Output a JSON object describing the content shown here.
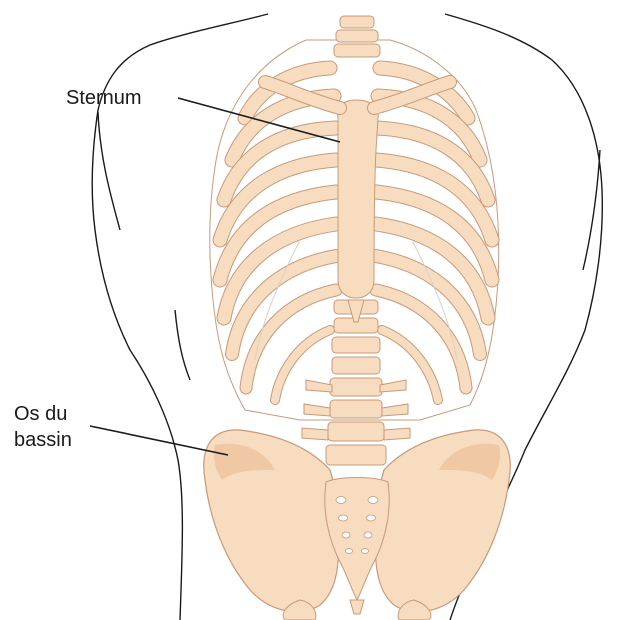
{
  "labels": {
    "sternum": "Sternum",
    "pelvis_line1": "Os du",
    "pelvis_line2": "bassin"
  },
  "colors": {
    "bone": "#f8dcbf",
    "bone_dark": "#f0c8a4",
    "bone_outline": "#c69a7a",
    "cartilage": "#ffffff",
    "body_outline": "#1a1a1a"
  }
}
